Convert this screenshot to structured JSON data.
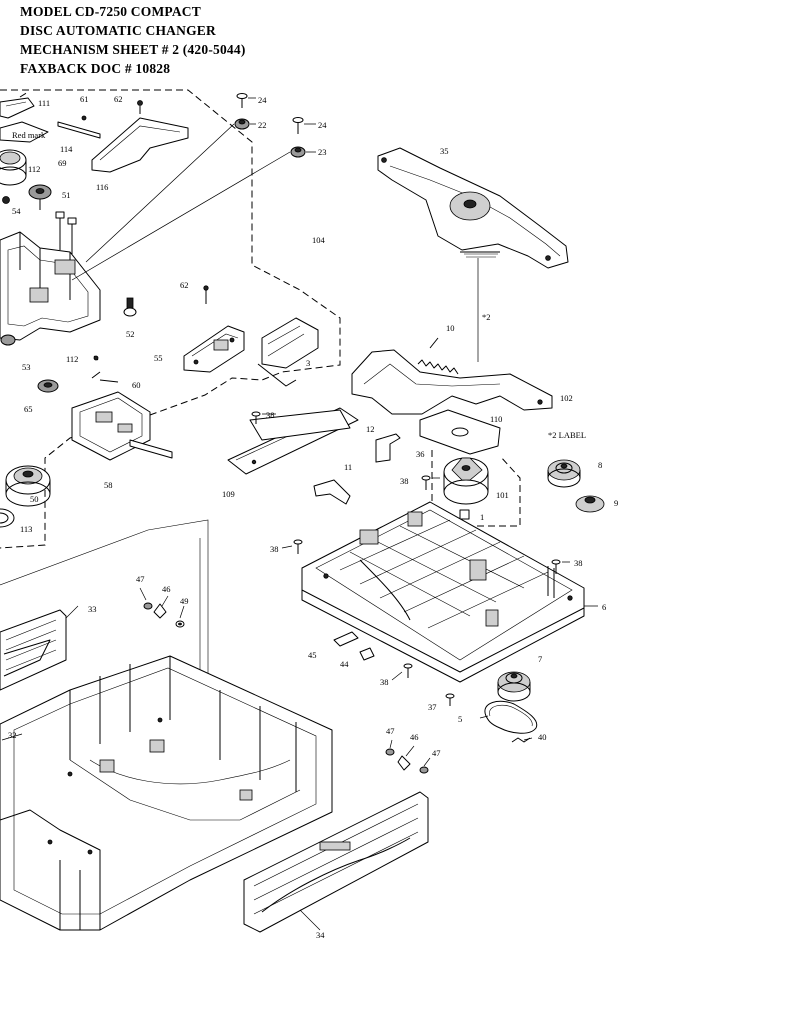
{
  "header": {
    "line1": "MODEL CD-7250 COMPACT",
    "line2": "DISC AUTOMATIC CHANGER",
    "line3": "MECHANISM SHEET # 2   (420-5044)",
    "line4": "FAXBACK DOC # 10828"
  },
  "callouts": {
    "p111": "111",
    "p61": "61",
    "p62a": "62",
    "p24a": "24",
    "p22": "22",
    "p24b": "24",
    "p23": "23",
    "red_mark": "Red mark",
    "p114": "114",
    "p112a": "112",
    "p69": "69",
    "p116": "116",
    "p51": "51",
    "p54": "54",
    "p35": "35",
    "p104": "104",
    "p62b": "62",
    "p52": "52",
    "p2a": "*2",
    "p3": "3",
    "p55": "55",
    "p10": "10",
    "p112b": "112",
    "p60": "60",
    "p53": "53",
    "p65": "65",
    "p102": "102",
    "p38a": "38",
    "p110": "110",
    "p12": "12",
    "p2label": "*2 LABEL",
    "p36": "36",
    "p8": "8",
    "p58": "58",
    "p11": "11",
    "p38b": "38",
    "p101": "101",
    "p9": "9",
    "p50": "50",
    "p109": "109",
    "p1": "1",
    "p113": "113",
    "p38c": "38",
    "p38d": "38",
    "p47a": "47",
    "p46a": "46",
    "p49": "49",
    "p33": "33",
    "p6": "6",
    "p45": "45",
    "p44": "44",
    "p7": "7",
    "p38e": "38",
    "p37": "37",
    "p5": "5",
    "p40": "40",
    "p32": "32",
    "p47b": "47",
    "p46b": "46",
    "p47c": "47",
    "p34": "34"
  }
}
